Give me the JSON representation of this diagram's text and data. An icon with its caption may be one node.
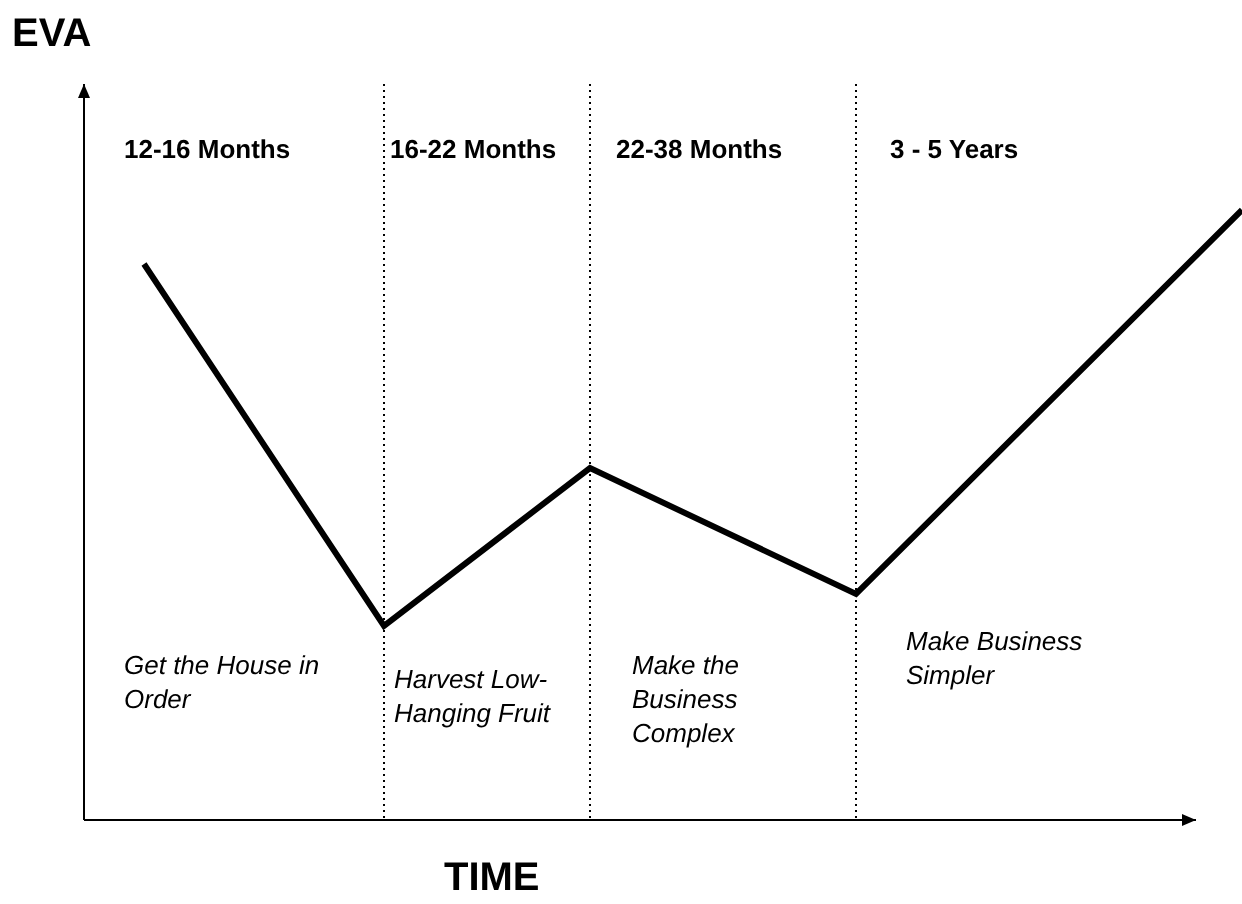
{
  "diagram": {
    "labels": [
      "EVA",
      "12-16 Months",
      "16-22 Months",
      "22-38 Months",
      "3 - 5 Years",
      "Get the House in Order",
      "Harvest Low-Hanging Fruit",
      "Make the Business Complex",
      "Make Business Simpler",
      "TIME"
    ]
  }
}
